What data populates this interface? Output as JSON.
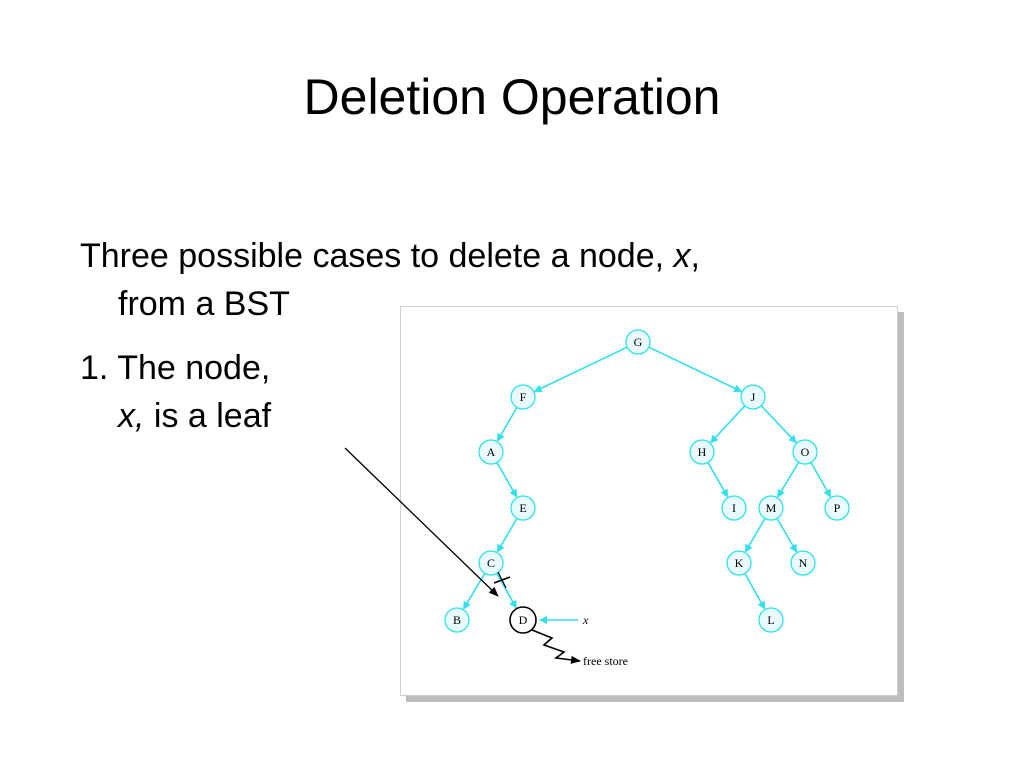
{
  "slide": {
    "title": "Deletion Operation",
    "intro": {
      "line1_pre": "Three possible cases to delete a node, ",
      "line1_var": "x",
      "line1_post": ",",
      "line2": "from a BST"
    },
    "case1": {
      "line1": "1. The node,",
      "line2_var": "x,",
      "line2_post": " is a leaf"
    }
  },
  "diagram": {
    "edge_color": "#2fe0ee",
    "node_fill": "#e9fbfd",
    "nodes": [
      {
        "id": "G",
        "label": "G"
      },
      {
        "id": "F",
        "label": "F"
      },
      {
        "id": "J",
        "label": "J"
      },
      {
        "id": "A",
        "label": "A"
      },
      {
        "id": "H",
        "label": "H"
      },
      {
        "id": "O",
        "label": "O"
      },
      {
        "id": "E",
        "label": "E"
      },
      {
        "id": "I",
        "label": "I"
      },
      {
        "id": "M",
        "label": "M"
      },
      {
        "id": "P",
        "label": "P"
      },
      {
        "id": "C",
        "label": "C"
      },
      {
        "id": "K",
        "label": "K"
      },
      {
        "id": "N",
        "label": "N"
      },
      {
        "id": "B",
        "label": "B"
      },
      {
        "id": "D",
        "label": "D"
      },
      {
        "id": "L",
        "label": "L"
      }
    ],
    "edges": [
      [
        "G",
        "F"
      ],
      [
        "G",
        "J"
      ],
      [
        "F",
        "A"
      ],
      [
        "A",
        "E"
      ],
      [
        "E",
        "C"
      ],
      [
        "C",
        "B"
      ],
      [
        "C",
        "D"
      ],
      [
        "J",
        "H"
      ],
      [
        "J",
        "O"
      ],
      [
        "H",
        "I"
      ],
      [
        "O",
        "M"
      ],
      [
        "O",
        "P"
      ],
      [
        "M",
        "K"
      ],
      [
        "M",
        "N"
      ],
      [
        "K",
        "L"
      ]
    ],
    "deleted_node": "D",
    "pointer_label": "x",
    "free_store_label": "free store"
  }
}
